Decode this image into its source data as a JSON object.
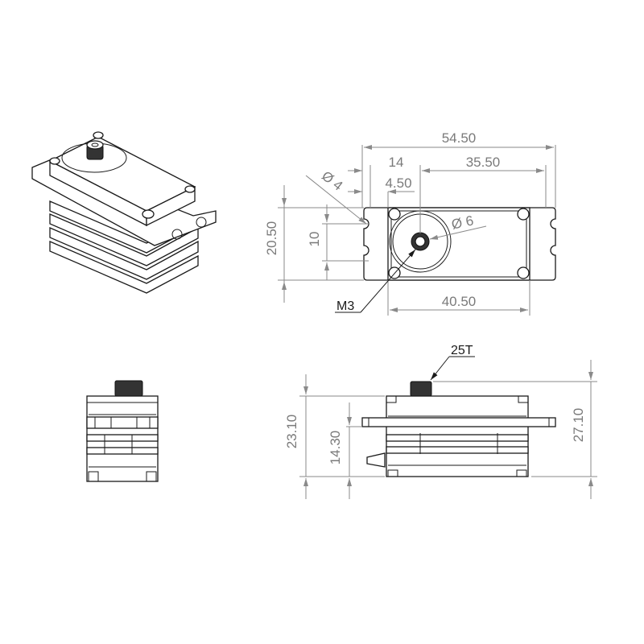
{
  "drawing": {
    "subject": "Servo motor dimension drawing",
    "views": [
      "isometric",
      "top",
      "end",
      "side"
    ],
    "colors": {
      "outline": "#1a1a1a",
      "dimension": "#8a8a8a",
      "background": "#ffffff"
    }
  },
  "top_view": {
    "overall_length": "54.50",
    "hole_to_center": "14",
    "center_to_end": "35.50",
    "edge_to_slot": "4.50",
    "slot_diameter": "Ø 4",
    "output_diameter": "Ø 6",
    "overall_width": "20.50",
    "slot_spacing": "10",
    "body_length": "40.50",
    "screw_callout": "M3"
  },
  "side_view": {
    "spline_callout": "25T",
    "body_height": "23.10",
    "flange_height": "14.30",
    "total_height": "27.10"
  }
}
